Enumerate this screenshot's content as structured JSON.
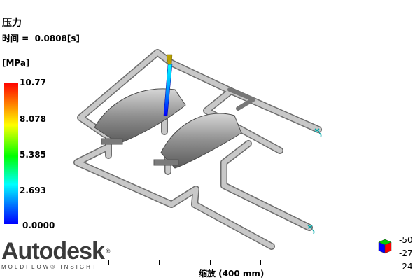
{
  "header": {
    "title": "压力",
    "time_label": "时间 =  0.0808[s]"
  },
  "legend": {
    "unit": "[MPa]",
    "ticks": [
      "10.77",
      "8.078",
      "5.385",
      "2.693",
      "0.0000"
    ],
    "colors": [
      "#ff0000",
      "#ffff00",
      "#00ff00",
      "#00ffff",
      "#0000ff"
    ]
  },
  "branding": {
    "logo_word": "Autodesk",
    "logo_mark": "®",
    "logo_sub": "MOLDFLOW® INSIGHT"
  },
  "scale_bar": {
    "label": "缩放 (400 mm)"
  },
  "view_angles": {
    "values": [
      "-50",
      "-27",
      "-24"
    ]
  },
  "model": {
    "pipe_color": "#b9b9b9",
    "part_color": "#8c8c8c",
    "sprue_color_top": "#00ffff",
    "sprue_color_bottom": "#0000ff"
  }
}
